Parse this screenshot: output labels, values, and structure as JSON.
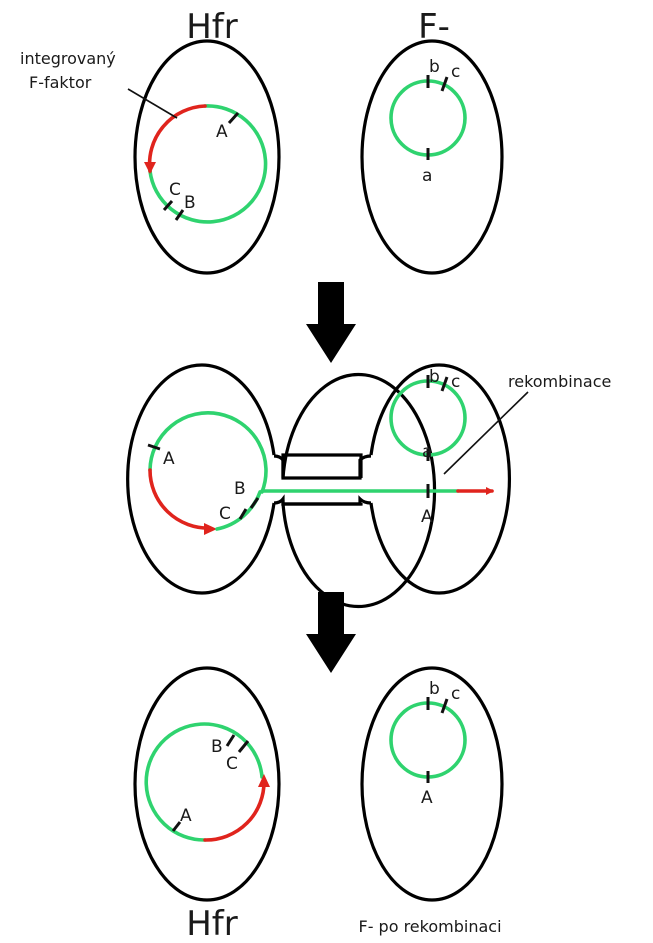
{
  "panel1": {
    "hfr_title": "Hfr",
    "fminus_title": "F-",
    "callout": [
      "integrovaný",
      "F-faktor"
    ],
    "hfr_genes": {
      "A": "A",
      "B": "B",
      "C": "C"
    },
    "fminus_genes": {
      "a": "a",
      "b": "b",
      "c": "c"
    }
  },
  "panel2": {
    "callout": "rekombinace",
    "hfr_genes": {
      "A": "A",
      "B": "B",
      "C": "C"
    },
    "fminus_genes": {
      "a": "a",
      "b": "b",
      "c": "c",
      "A": "A"
    }
  },
  "panel3": {
    "hfr_title": "Hfr",
    "fminus_title": "F- po rekombinaci",
    "hfr_genes": {
      "A": "A",
      "B": "B",
      "C": "C"
    },
    "fminus_genes": {
      "A": "A",
      "b": "b",
      "c": "c"
    }
  },
  "colors": {
    "chromosome": "#2fd36f",
    "f_factor": "#e0241d",
    "outline": "#000000"
  }
}
